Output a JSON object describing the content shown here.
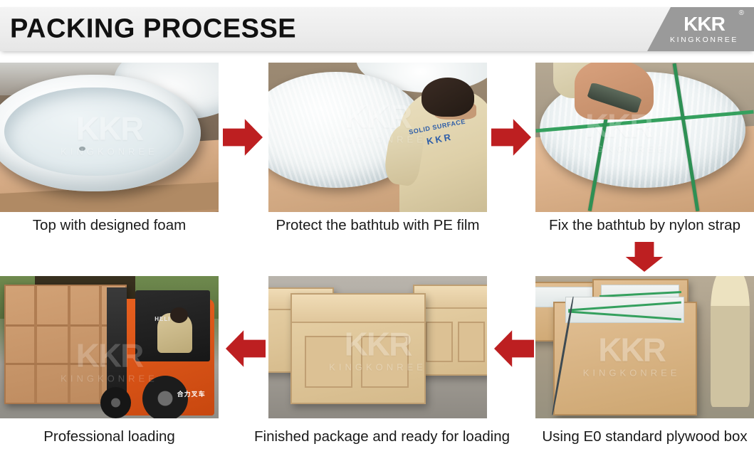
{
  "header": {
    "title": "PACKING PROCESSE",
    "logo": {
      "mark": "KKR",
      "registered": "®",
      "wordmark": "KINGKONREE"
    }
  },
  "watermark": {
    "mark": "KKR",
    "wordmark": "KINGKONREE"
  },
  "steps": [
    {
      "index": "1",
      "caption": "Top with designed foam",
      "scene": "white-oval-bathtub-on-wooden-pallet"
    },
    {
      "index": "2",
      "caption": "Protect the bathtub with PE film",
      "scene": "worker-wrapping-bathtub-in-pe-film",
      "shirt_text_line1": "SOLID SURFACE",
      "shirt_text_line2": "KKR"
    },
    {
      "index": "3",
      "caption": "Fix the bathtub by nylon strap",
      "scene": "worker-strapping-wrapped-bathtub-with-green-nylon-strap"
    },
    {
      "index": "4",
      "caption": "Professional loading",
      "scene": "forklift-loading-stacked-plywood-crates",
      "forklift_brand": "HELI",
      "forklift_text": "合力叉车"
    },
    {
      "index": "5",
      "caption": "Finished package and ready for loading",
      "scene": "rows-of-finished-plywood-crates"
    },
    {
      "index": "6",
      "caption": "Using E0 standard plywood box",
      "scene": "open-plywood-crates-with-packed-bathtubs-and-worker"
    }
  ],
  "arrows": [
    {
      "id": "arrow-1-to-2",
      "direction": "right"
    },
    {
      "id": "arrow-2-to-3",
      "direction": "right"
    },
    {
      "id": "arrow-3-to-6",
      "direction": "down"
    },
    {
      "id": "arrow-6-to-5",
      "direction": "left"
    },
    {
      "id": "arrow-5-to-4",
      "direction": "left"
    }
  ],
  "colors": {
    "arrow_red": "#bd1f21",
    "header_gray": "#ededed",
    "logo_gray": "#9a9a9a",
    "caption_text": "#1a1a1a",
    "strap_green": "#2e9054",
    "shirt_blue": "#2e5ea8"
  }
}
